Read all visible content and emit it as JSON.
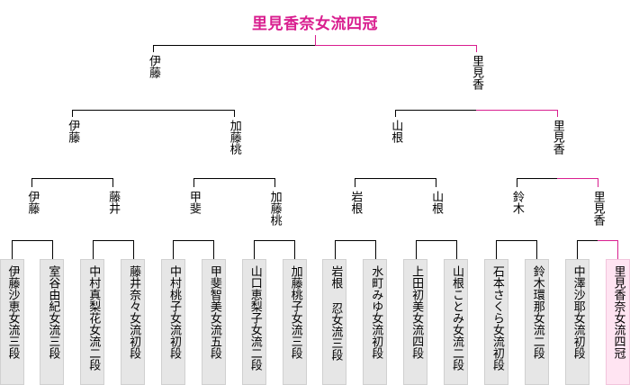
{
  "title": "里見香奈女流四冠",
  "colors": {
    "champion_path": "#d91e8f",
    "line": "#000000",
    "box_bg": "#e6e6e6",
    "champion_box_bg": "#ffe4f2"
  },
  "bracket": {
    "semifinal_winners": [
      "伊藤",
      "里見香"
    ],
    "round2_winners": [
      "伊藤",
      "加藤桃",
      "山根",
      "里見香"
    ],
    "round1_winners": [
      "伊藤",
      "藤井",
      "甲斐",
      "加藤桃",
      "岩根",
      "山根",
      "鈴木",
      "里見香"
    ],
    "players": [
      "伊藤沙恵女流三段",
      "室谷由紀女流三段",
      "中村真梨花女流二段",
      "藤井奈々女流初段",
      "中村桃子女流初段",
      "甲斐智美女流五段",
      "山口恵梨子女流二段",
      "加藤桃子女流三段",
      "岩根 忍女流三段",
      "水町みゆ女流初段",
      "上田初美女流四段",
      "山根ことみ女流二段",
      "石本さくら女流初段",
      "鈴木環那女流二段",
      "中澤沙耶女流初段",
      "里見香奈女流四冠"
    ],
    "champion_index": 15
  }
}
